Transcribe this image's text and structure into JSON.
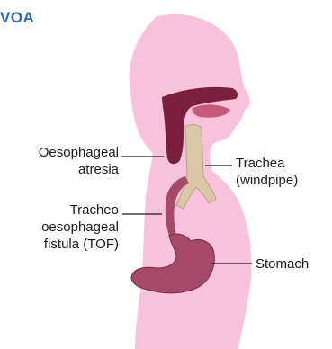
{
  "header": {
    "title": "VOA"
  },
  "labels": {
    "oesophageal_atresia": [
      "Oesophageal",
      "atresia"
    ],
    "trachea": [
      "Trachea",
      "(windpipe)"
    ],
    "tof": [
      "Tracheo",
      "oesophageal",
      "fistula (TOF)"
    ],
    "stomach": "Stomach"
  },
  "colors": {
    "body": "#f6c2dc",
    "oesophagus": "#7a1f3d",
    "stomach": "#a64a6a",
    "trachea": "#d9c7a6"
  }
}
